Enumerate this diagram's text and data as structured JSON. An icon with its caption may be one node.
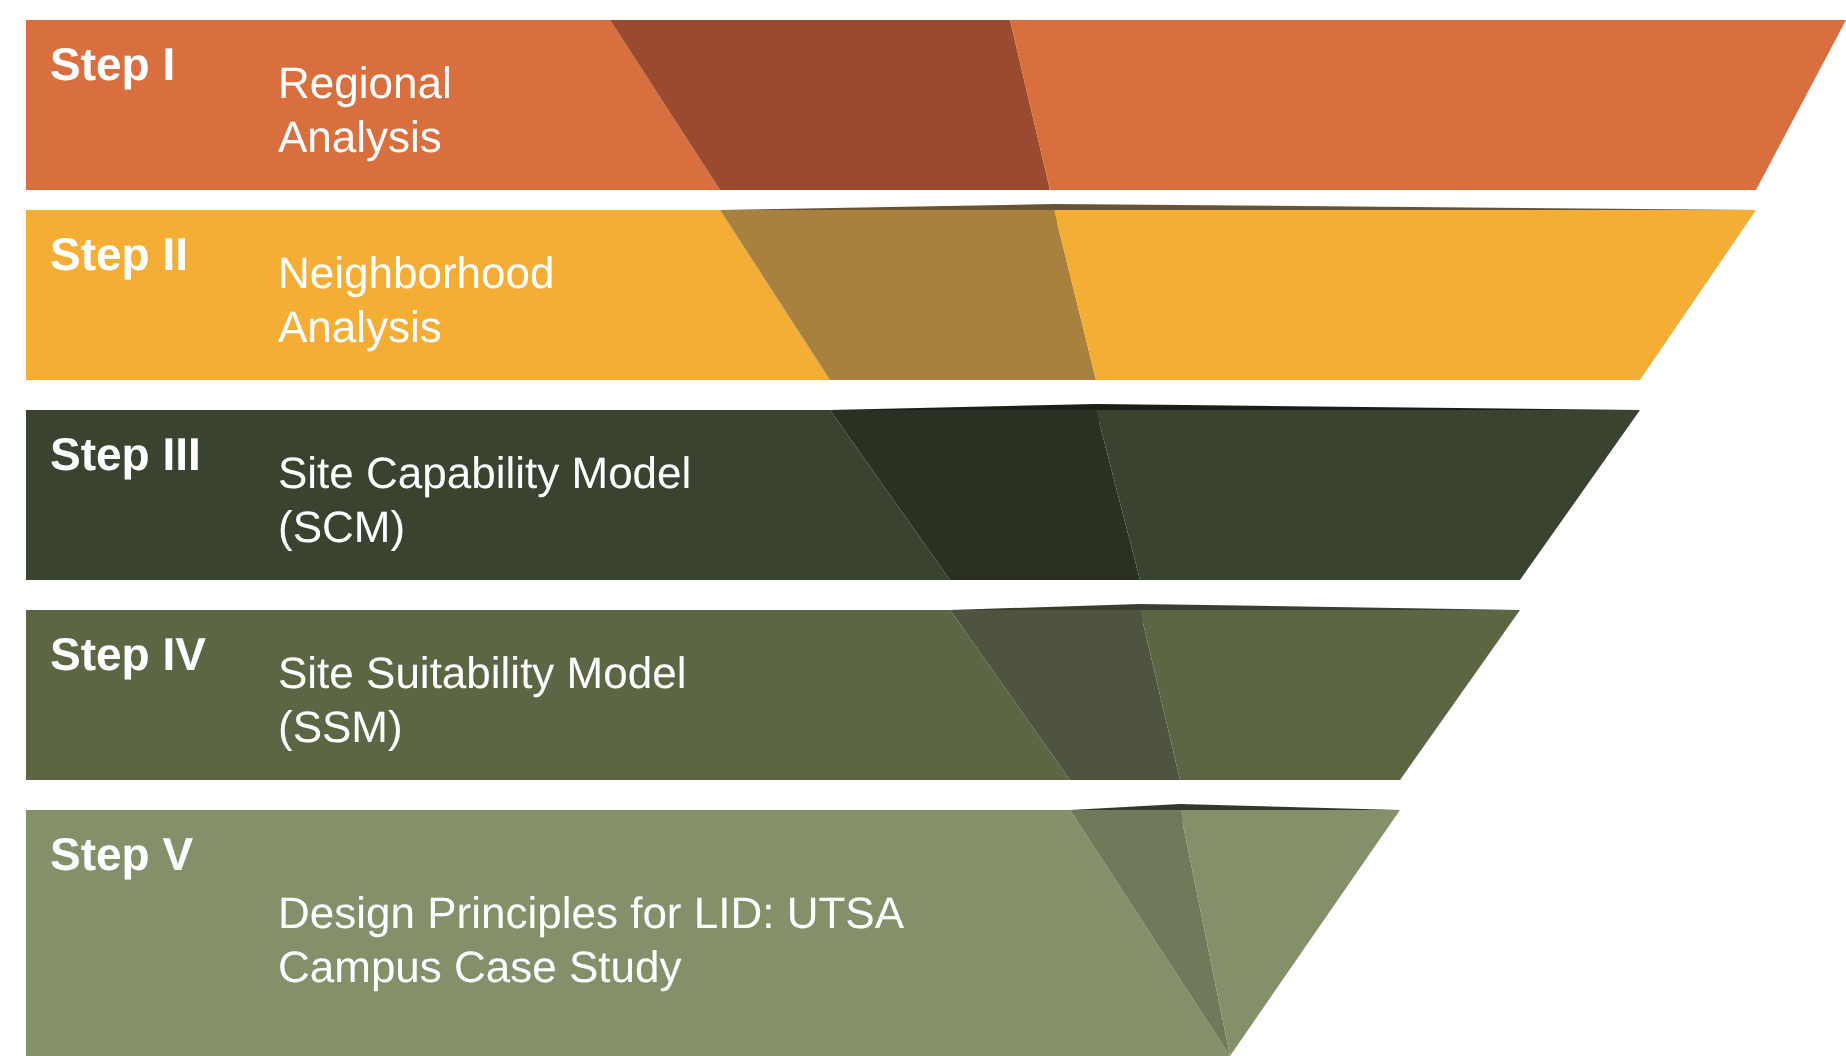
{
  "diagram": {
    "nodes": [
      {
        "text": [
          "Step I",
          "Regional Analysis"
        ]
      },
      {
        "text": [
          "Step II",
          "Neighborhood Analysis"
        ]
      },
      {
        "text": [
          "Step III",
          "Site Capability Model (SCM)"
        ]
      },
      {
        "text": [
          "Step IV",
          "Site Suitability Model (SSM)"
        ]
      },
      {
        "text": [
          "Step V",
          "Design Principles for LID: UTSA Campus Case Study"
        ]
      }
    ]
  }
}
